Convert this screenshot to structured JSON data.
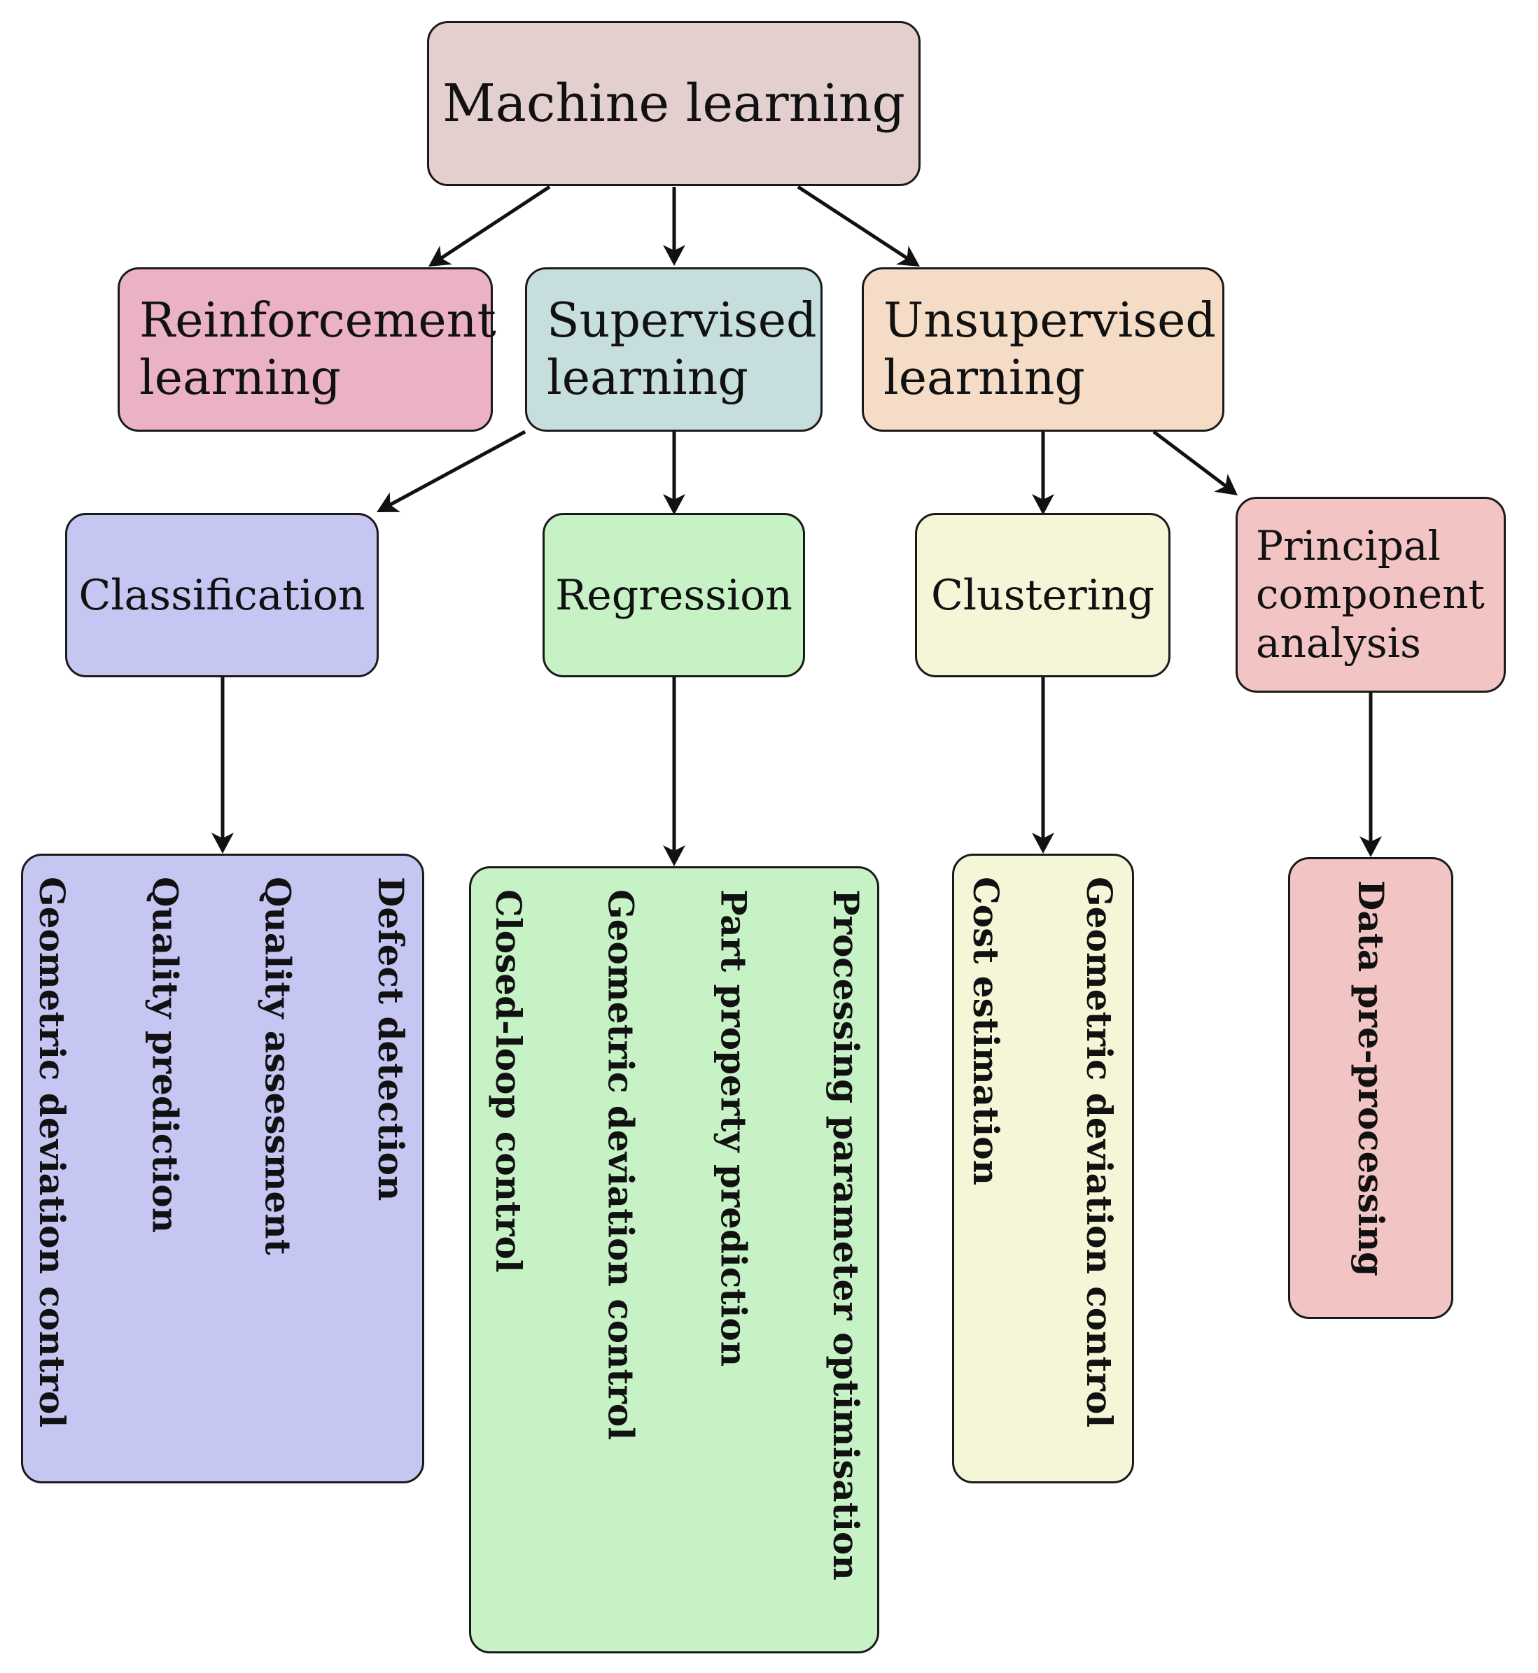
{
  "diagram": {
    "root": {
      "label": "Machine learning",
      "color": "#e3d0ce"
    },
    "reinforcement": {
      "line1": "Reinforcement",
      "line2": "learning",
      "color": "#ebb2c6"
    },
    "supervised": {
      "line1": "Supervised",
      "line2": "learning",
      "color": "#c6dedd"
    },
    "unsupervised": {
      "line1": "Unsupervised",
      "line2": "learning",
      "color": "#f5dcc6"
    },
    "classification": {
      "label": "Classification",
      "color": "#c5c6f2",
      "applications": [
        "Defect detection",
        "Quality assessment",
        "Quality prediction",
        "Geometric deviation control"
      ]
    },
    "regression": {
      "label": "Regression",
      "color": "#c6f2c6",
      "applications": [
        "Processing parameter optimisation",
        "Part property prediction",
        "Geometric deviation control",
        "Closed-loop control"
      ]
    },
    "clustering": {
      "label": "Clustering",
      "color": "#f5f5d8",
      "applications": [
        "Geometric deviation control",
        "Cost estimation"
      ]
    },
    "pca": {
      "line1": "Principal",
      "line2": "component",
      "line3": "analysis",
      "color": "#f2c4c4",
      "applications": [
        "Data pre-processing"
      ]
    }
  }
}
